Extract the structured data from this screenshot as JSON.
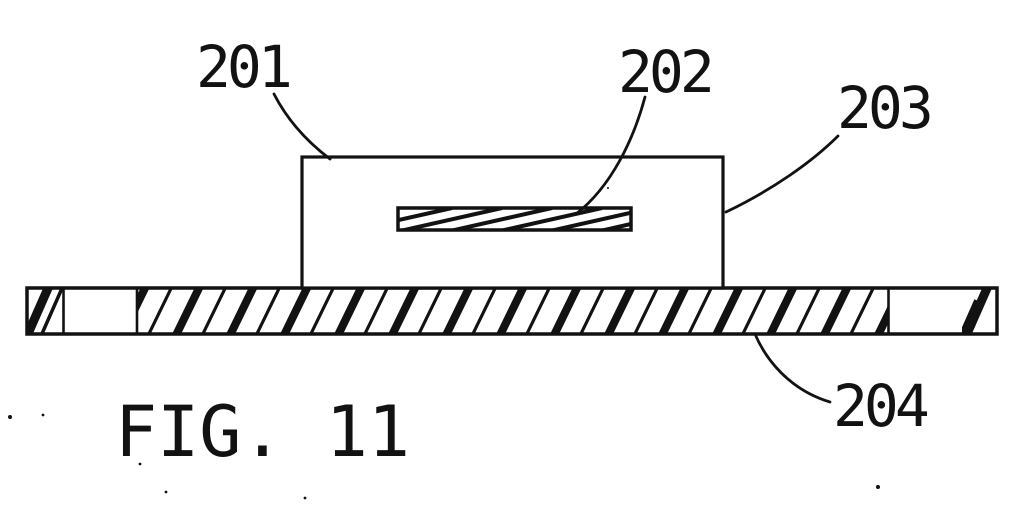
{
  "caption": "FIG. 11",
  "labels": {
    "r201": "201",
    "r202": "202",
    "r203": "203",
    "r204": "204"
  },
  "colors": {
    "ink": "#121212",
    "paper": "#ffffff"
  }
}
